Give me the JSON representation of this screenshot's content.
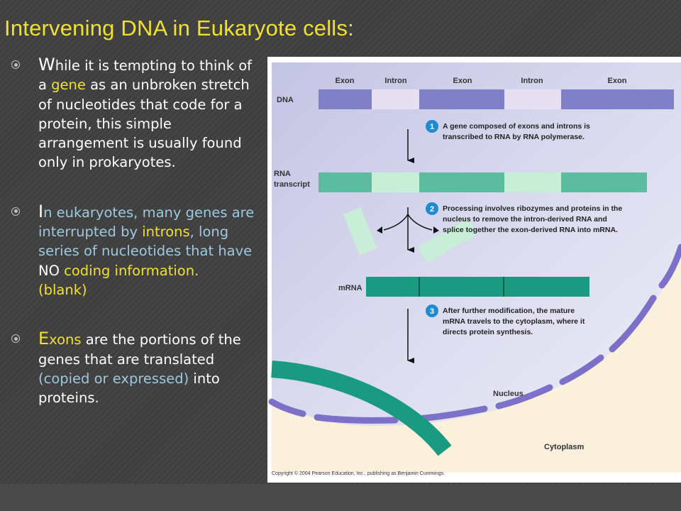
{
  "slide": {
    "title": "Intervening DNA in Eukaryote cells:",
    "colors": {
      "background": "#3f3f3f",
      "title": "#f0e030",
      "highlight_yellow": "#f0e030",
      "highlight_blue": "#9ec8e0"
    }
  },
  "bullets": [
    {
      "icon": "circled-dot-bullet-icon",
      "initial": "W",
      "p1": "hile it is  tempting to think of a ",
      "gene": "gene",
      "p2": " as an unbroken stretch of nucleotides that code for a protein, this simple arrangement is usually found only in prokaryotes."
    },
    {
      "icon": "circled-dot-bullet-icon",
      "initial": "I",
      "p1": "n eukaryotes, many genes are interrupted by ",
      "introns": "introns",
      "p2": ", long series of nucleotides that have ",
      "no": "NO ",
      "coding": "coding information.",
      "blank": "(blank)"
    },
    {
      "icon": "circled-dot-bullet-icon",
      "exons_initial": "E",
      "exons_rest": "xons",
      "p1": " are the portions of the genes that are translated ",
      "copied": "(copied or expressed)",
      "p2": " into proteins."
    }
  ],
  "figure": {
    "colors": {
      "exon_dna": "#8080c8",
      "intron_dna": "#e6e0f2",
      "exon_rna": "#5dbba0",
      "intron_rna": "#c9eed8",
      "mrna": "#1a9a80",
      "membrane": "#7c70c8",
      "step_circle": "#1e8bd0"
    },
    "segment_labels": [
      "Exon",
      "Intron",
      "Exon",
      "Intron",
      "Exon"
    ],
    "dna_label": "DNA",
    "rna_label_1": "RNA",
    "rna_label_2": "transcript",
    "mrna_label": "mRNA",
    "steps": [
      {
        "number": "1",
        "line1": "A gene composed of exons and introns is",
        "line2": "transcribed to RNA by RNA polymerase."
      },
      {
        "number": "2",
        "line1": "Processing involves ribozymes and proteins in the",
        "line2": "nucleus to remove the intron-derived RNA and",
        "line3": "splice together the exon-derived RNA into mRNA."
      },
      {
        "number": "3",
        "line1": "After further modification, the mature",
        "line2": "mRNA travels to the cytoplasm, where it",
        "line3": "directs protein synthesis."
      }
    ],
    "nucleus_label": "Nucleus",
    "cytoplasm_label": "Cytoplasm",
    "copyright": "Copyright © 2004 Pearson Education, Inc., publishing as Benjamin Cummings."
  }
}
